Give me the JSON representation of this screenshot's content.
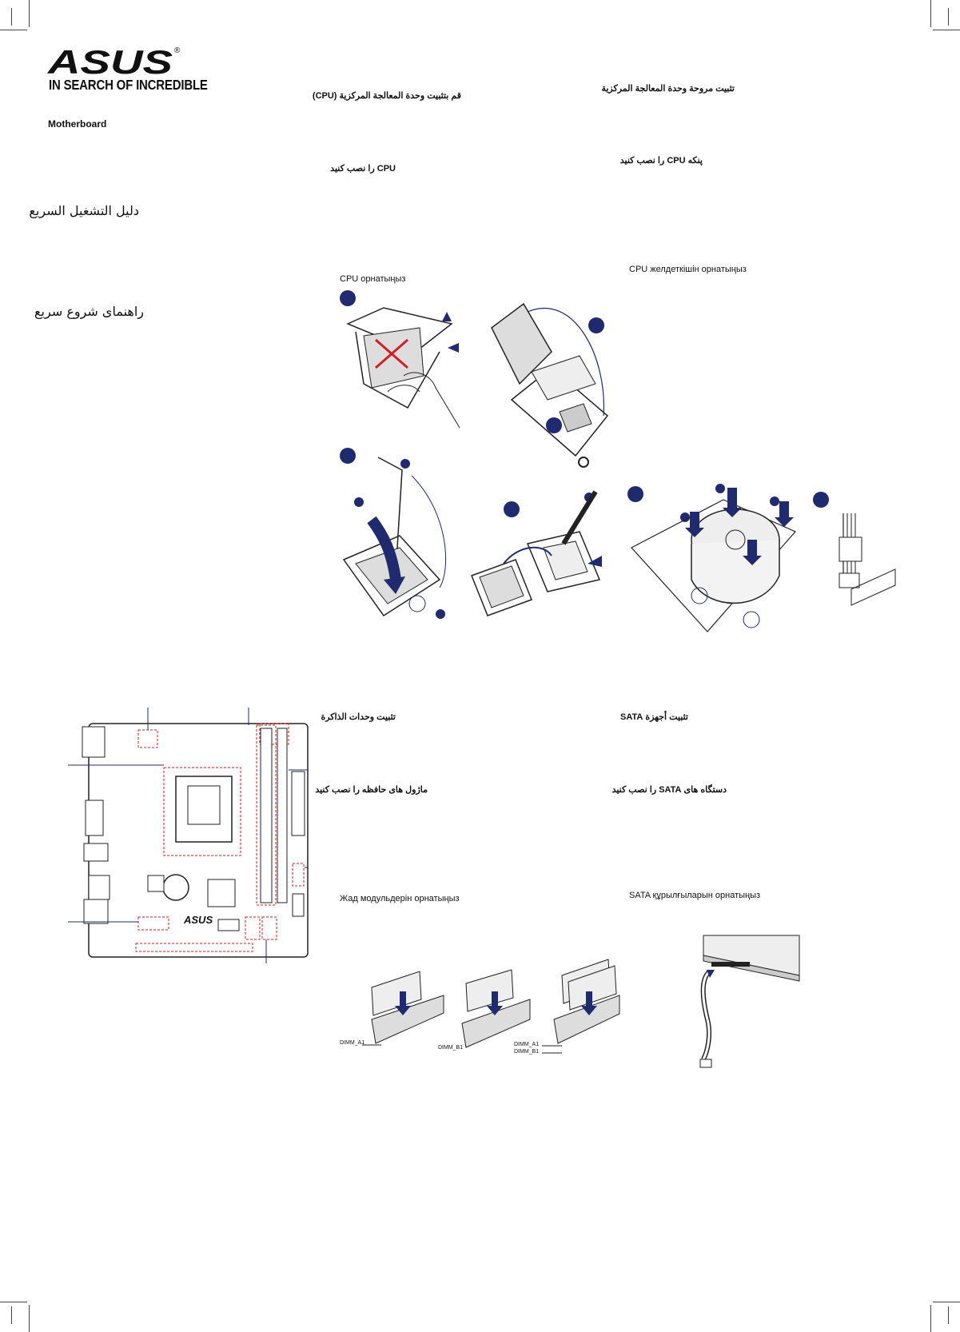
{
  "brand": {
    "logo": "ASUS",
    "registered_mark": "®",
    "tagline": "IN SEARCH OF INCREDIBLE"
  },
  "product_label": "Motherboard",
  "guide_titles": {
    "arabic": "دليل التشغيل السريع",
    "persian": "راهنمای شروع سریع"
  },
  "cpu_section": {
    "arabic": "قم بتثبيت وحدة المعالجة المركزية (CPU)",
    "persian": "CPU را نصب کنید",
    "kazakh": "CPU орнатыңыз"
  },
  "fan_section": {
    "arabic": "تثبيت مروحة وحدة المعالجة المركزية",
    "persian": "پنکه CPU را نصب کنید",
    "kazakh": "CPU желдеткішін орнатыңыз"
  },
  "memory_section": {
    "arabic": "تثبيت وحدات الذاكرة",
    "persian": "ماژول های حافظه را نصب کنید",
    "kazakh": "Жад модульдерін орнатыңыз",
    "slot_labels": {
      "fig1": "DIMM_A1",
      "fig2": "DIMM_B1",
      "fig3_top": "DIMM_A1",
      "fig3_bottom": "DIMM_B1"
    }
  },
  "sata_section": {
    "arabic": "تثبيت أجهزة SATA",
    "persian": "دستگاه های SATA را نصب کنید",
    "kazakh": "SATA құрылғыларын орнатыңыз"
  },
  "board_logo": "ASUS",
  "colors": {
    "accent_blue": "#1f2b6e",
    "highlight_red": "#d21f26",
    "line": "#222222"
  }
}
